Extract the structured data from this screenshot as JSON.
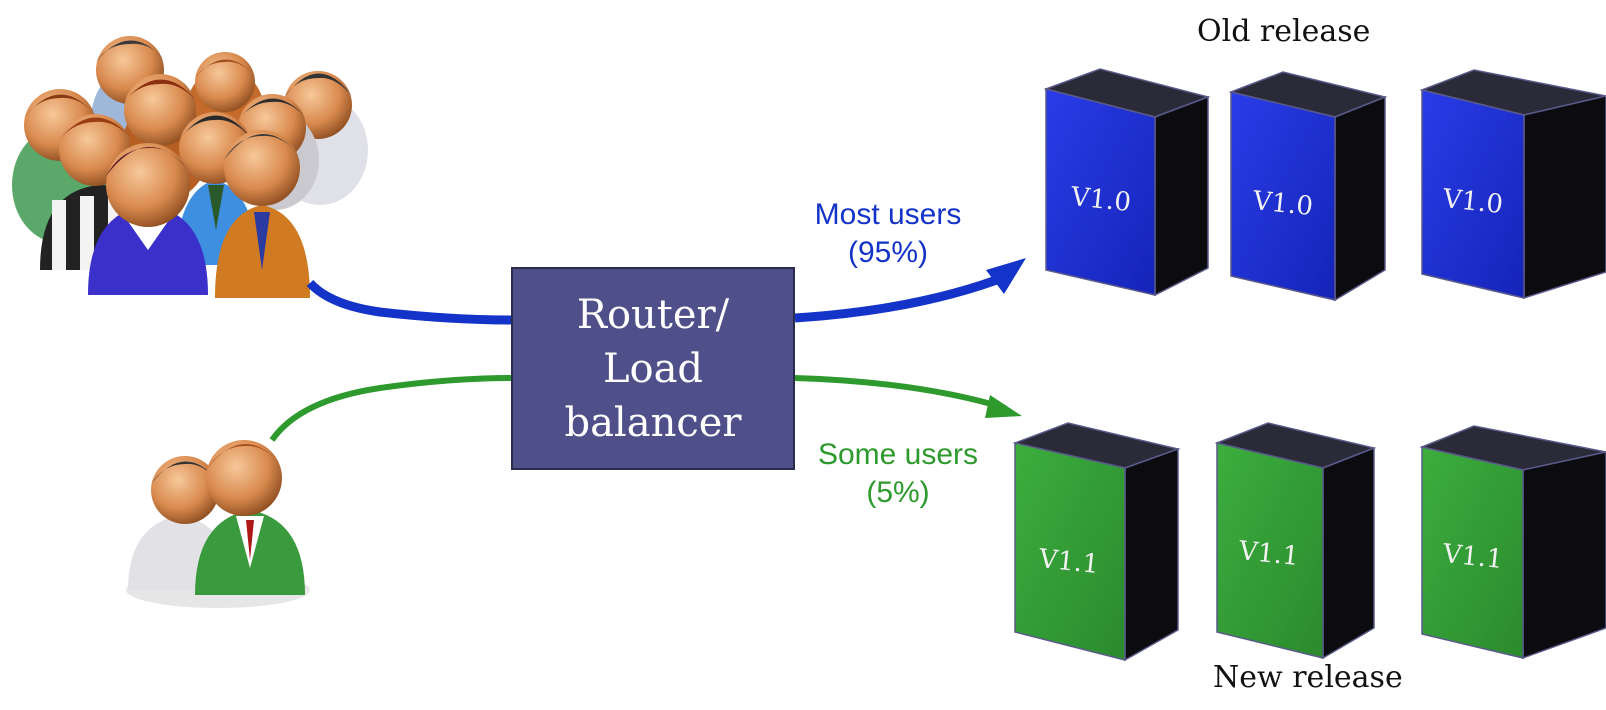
{
  "router": {
    "lines": [
      "Router/",
      "Load",
      "balancer"
    ]
  },
  "old_release": {
    "title": "Old release",
    "server_label": "V1.0",
    "color": "#1c2fd8",
    "servers": 3
  },
  "new_release": {
    "title": "New release",
    "server_label": "V1.1",
    "color": "#35a23a",
    "servers": 3
  },
  "flows": {
    "most": {
      "line1": "Most users",
      "line2": "(95%)",
      "color": "#1433c8"
    },
    "some": {
      "line1": "Some users",
      "line2": "(5%)",
      "color": "#2e9a2e"
    }
  },
  "icons": [
    "user-group-large-icon",
    "user-group-small-icon",
    "server-icon"
  ]
}
